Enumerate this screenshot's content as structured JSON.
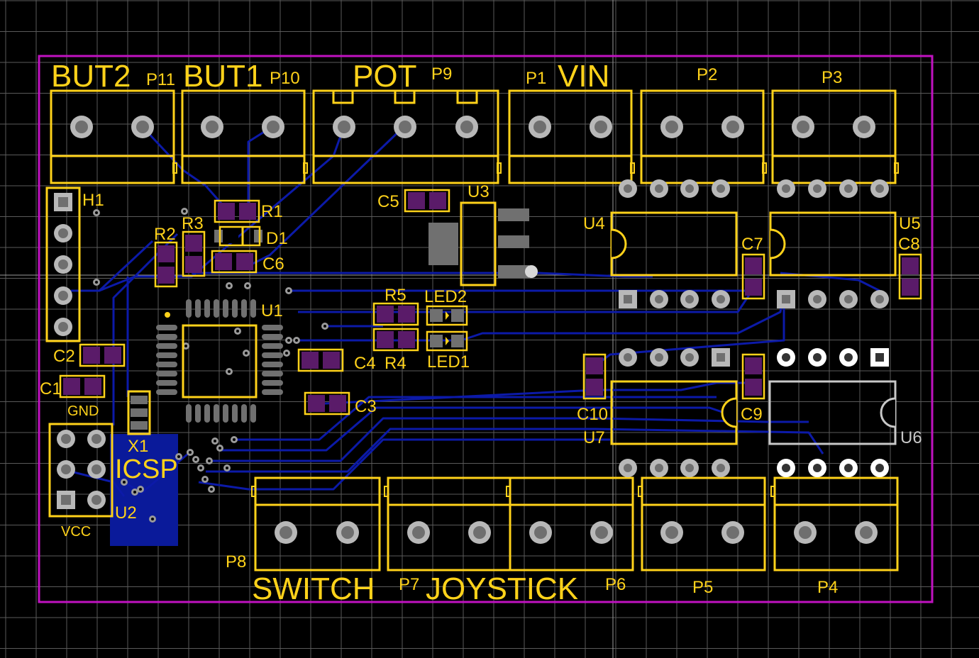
{
  "colors": {
    "background": "#000000",
    "grid": "#5a5a5a",
    "crosshair": "#9a9a9a",
    "board_outline": "#c012c0",
    "silkscreen": "#ffd21a",
    "pad_smd": "#5a1b69",
    "pad_tht": "#b8b8b8",
    "pad_hole": "#6f6f6f",
    "trace_bottom": "#0c1aa8",
    "copper_pour": "#0a1a9a",
    "via": "#9a9a9a",
    "component_body_grey": "#707070",
    "u6_outline": "#c8c8c8"
  },
  "labels": {
    "big": {
      "but2": "BUT2",
      "but1": "BUT1",
      "pot": "POT",
      "vin": "VIN",
      "switch": "SWITCH",
      "joystick": "JOYSTICK",
      "icsp": "ICSP"
    },
    "ref": {
      "p11": "P11",
      "p10": "P10",
      "p9": "P9",
      "p1": "P1",
      "p2": "P2",
      "p3": "P3",
      "p8": "P8",
      "p7": "P7",
      "p6": "P6",
      "p5": "P5",
      "p4": "P4",
      "h1": "H1",
      "r1": "R1",
      "r2": "R2",
      "r3": "R3",
      "d1": "D1",
      "c6": "C6",
      "c5": "C5",
      "u3": "U3",
      "u4": "U4",
      "u5": "U5",
      "c7": "C7",
      "c8": "C8",
      "u1": "U1",
      "r5": "R5",
      "r4": "R4",
      "led2": "LED2",
      "led1": "LED1",
      "c4": "C4",
      "c3": "C3",
      "c2": "C2",
      "c1": "C1",
      "gnd": "GND",
      "vcc": "VCC",
      "x1": "X1",
      "u2": "U2",
      "c10": "C10",
      "u7": "U7",
      "c9": "C9",
      "u6": "U6"
    }
  }
}
